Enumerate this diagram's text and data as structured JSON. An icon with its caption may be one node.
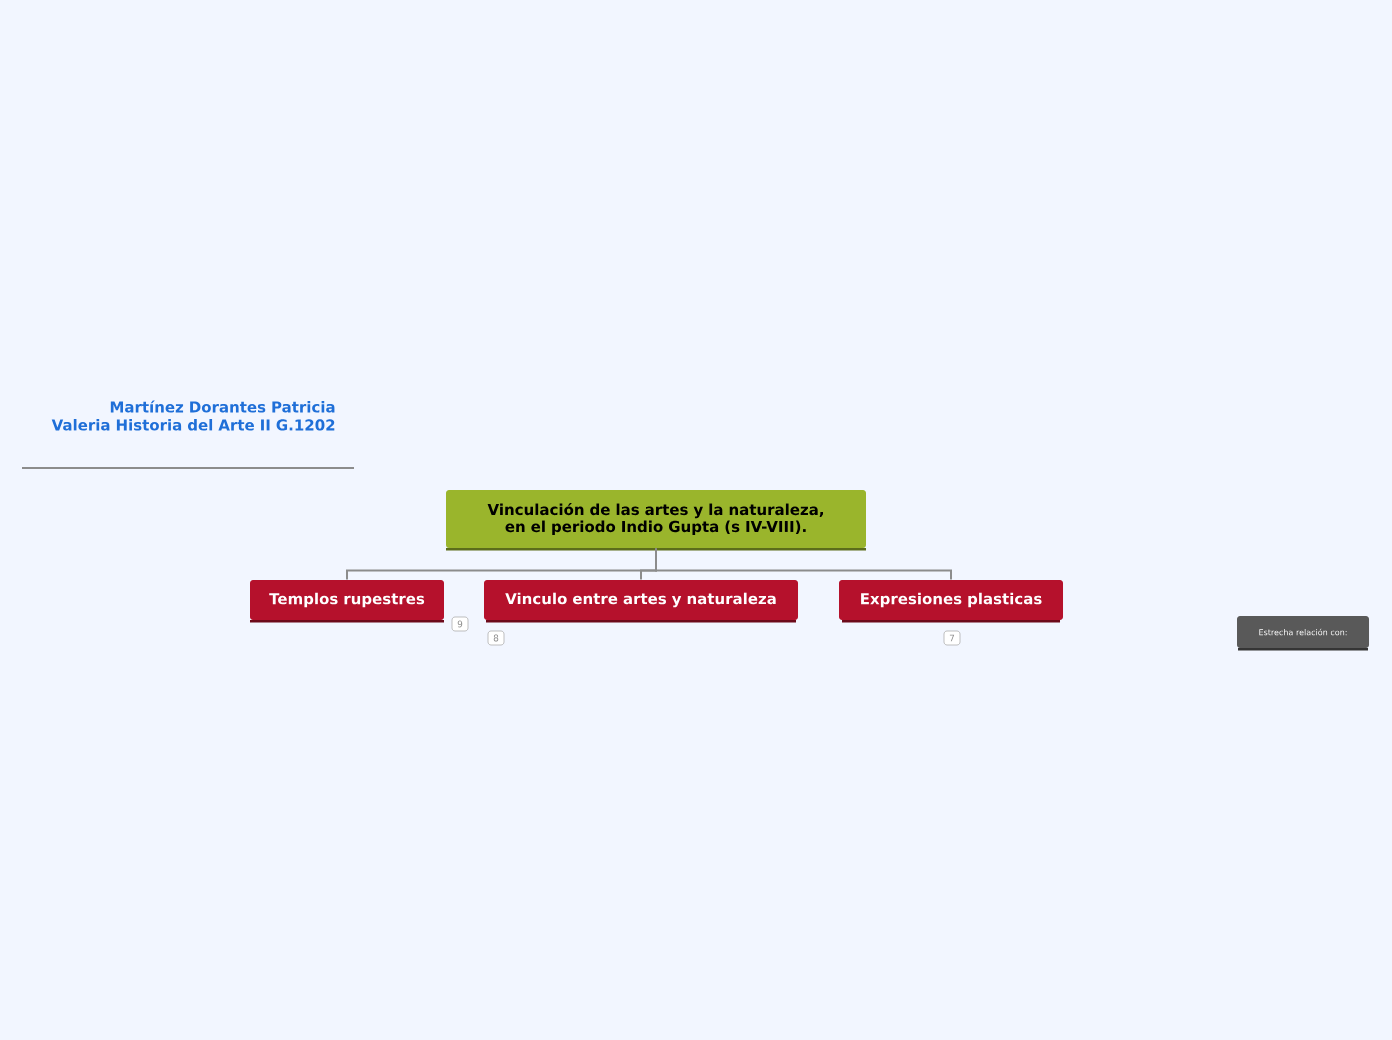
{
  "diagram": {
    "nodes": [
      {
        "text": [
          "Martínez Dorantes Patricia Valeria Historia del Arte II G.1202"
        ]
      },
      {
        "text": [
          "Vinculación de las artes y la naturaleza, en el periodo Indio Gupta (s IV-VIII)."
        ]
      },
      {
        "text": [
          "Templos rupestres"
        ],
        "beside": [
          "9"
        ]
      },
      {
        "text": [
          "Vinculo entre artes y naturaleza"
        ],
        "beside": [
          "8"
        ]
      },
      {
        "text": [
          "Expresiones plasticas"
        ],
        "beside": [
          "7"
        ]
      },
      {
        "text": [
          "Estrecha relación con:"
        ]
      }
    ],
    "edges": [
      {
        "from": 1,
        "to": 2,
        "arrow": "none"
      },
      {
        "from": 1,
        "to": 3,
        "arrow": "none"
      },
      {
        "from": 1,
        "to": 4,
        "arrow": "none"
      }
    ]
  }
}
